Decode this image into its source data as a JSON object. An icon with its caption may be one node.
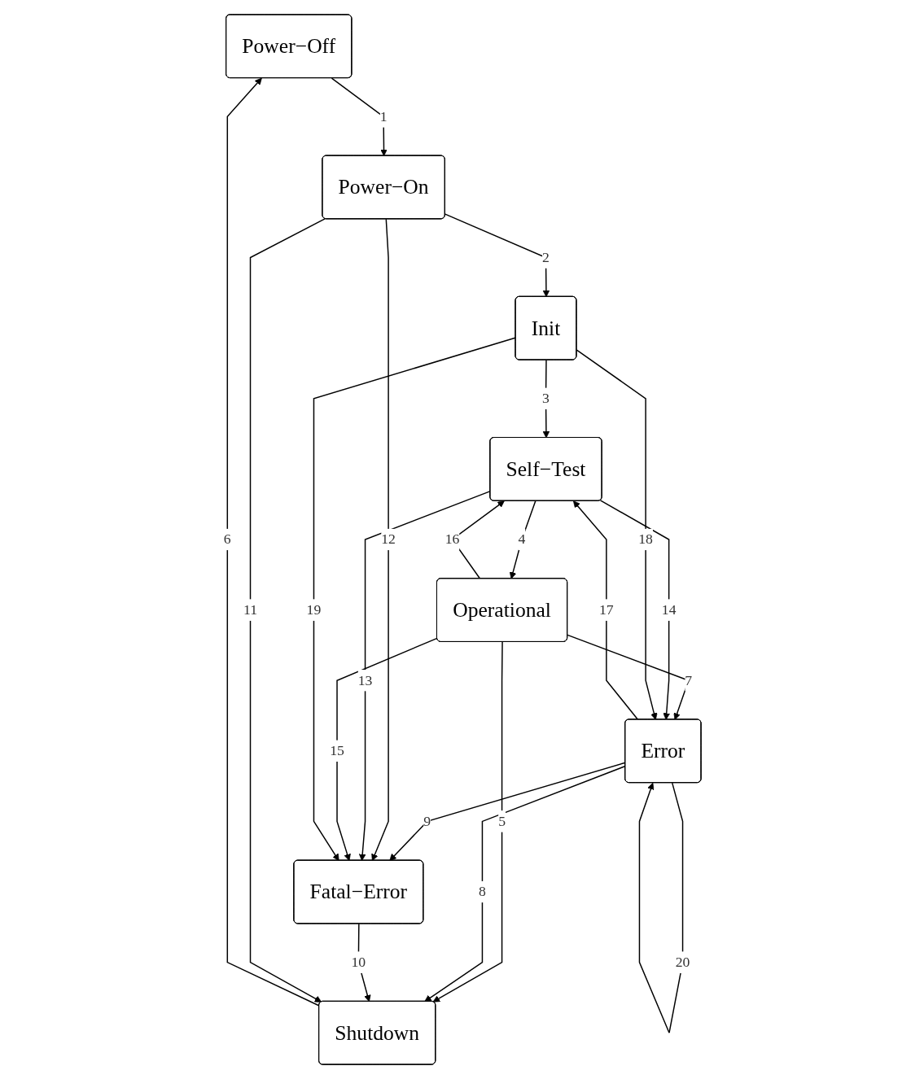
{
  "diagram": {
    "nodes": [
      {
        "text": [
          "Power−Off"
        ]
      },
      {
        "text": [
          "Power−On"
        ]
      },
      {
        "text": [
          "Shutdown"
        ]
      },
      {
        "text": [
          "Init"
        ]
      },
      {
        "text": [
          "Fatal−Error"
        ]
      },
      {
        "text": [
          "Self−Test"
        ]
      },
      {
        "text": [
          "Error"
        ]
      },
      {
        "text": [
          "Operational"
        ]
      }
    ],
    "edges": [
      {
        "from": 0,
        "to": 1,
        "arrow": "to",
        "label": "1"
      },
      {
        "from": 1,
        "to": 3,
        "arrow": "to",
        "label": "2"
      },
      {
        "from": 3,
        "to": 5,
        "arrow": "to",
        "label": "3"
      },
      {
        "from": 5,
        "to": 7,
        "arrow": "to",
        "label": "4"
      },
      {
        "from": 7,
        "to": 2,
        "arrow": "to",
        "label": "5"
      },
      {
        "from": 2,
        "to": 0,
        "arrow": "to",
        "label": "6"
      },
      {
        "from": 7,
        "to": 6,
        "arrow": "to",
        "label": "7"
      },
      {
        "from": 6,
        "to": 2,
        "arrow": "to",
        "label": "8"
      },
      {
        "from": 6,
        "to": 4,
        "arrow": "to",
        "label": "9"
      },
      {
        "from": 4,
        "to": 2,
        "arrow": "to",
        "label": "10"
      },
      {
        "from": 1,
        "to": 2,
        "arrow": "to",
        "label": "11"
      },
      {
        "from": 1,
        "to": 4,
        "arrow": "to",
        "label": "12"
      },
      {
        "from": 5,
        "to": 4,
        "arrow": "to",
        "label": "13"
      },
      {
        "from": 5,
        "to": 6,
        "arrow": "to",
        "label": "14"
      },
      {
        "from": 7,
        "to": 4,
        "arrow": "to",
        "label": "15"
      },
      {
        "from": 7,
        "to": 5,
        "arrow": "to",
        "label": "16"
      },
      {
        "from": 6,
        "to": 5,
        "arrow": "to",
        "label": "17"
      },
      {
        "from": 3,
        "to": 6,
        "arrow": "to",
        "label": "18"
      },
      {
        "from": 3,
        "to": 4,
        "arrow": "to",
        "label": "19"
      },
      {
        "from": 6,
        "to": 6,
        "arrow": "to",
        "label": "20"
      }
    ]
  }
}
